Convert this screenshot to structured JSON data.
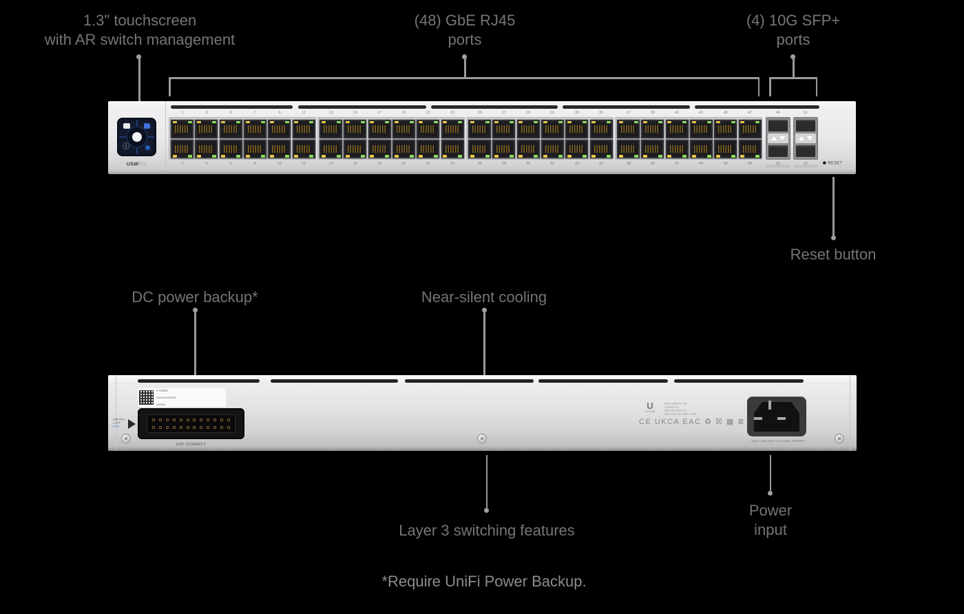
{
  "colors": {
    "background": "#000000",
    "label_text": "#757575",
    "footnote_text": "#8c8c8c",
    "callout_line": "#9a9a9a",
    "led_yellow": "#eec94a",
    "led_green": "#8ce05e",
    "device_body": "#e9e9eb",
    "screen_bg": "#131a2d",
    "accent_blue": "#3f72d8"
  },
  "callouts": {
    "touchscreen": {
      "line1": "1.3\" touchscreen",
      "line2": "with AR switch management"
    },
    "rj45": {
      "line1": "(48) GbE RJ45",
      "line2": "ports"
    },
    "sfp": {
      "line1": "(4) 10G SFP+",
      "line2": "ports"
    },
    "reset": {
      "label": "Reset button"
    },
    "dc_backup": {
      "label": "DC power backup*"
    },
    "cooling": {
      "label": "Near-silent cooling"
    },
    "layer3": {
      "label": "Layer 3 switching features"
    },
    "power": {
      "line1": "Power",
      "line2": "input"
    },
    "footnote": "*Require UniFi Power Backup."
  },
  "front": {
    "model_bold": "USW",
    "model_light": "Pro",
    "reset_label": "RESET",
    "port_numbers_top": [
      1,
      3,
      5,
      7,
      9,
      11,
      13,
      15,
      17,
      19,
      21,
      23,
      25,
      27,
      29,
      31,
      33,
      35,
      37,
      39,
      41,
      43,
      45,
      47
    ],
    "port_numbers_bottom": [
      2,
      4,
      6,
      8,
      10,
      12,
      14,
      16,
      18,
      20,
      22,
      24,
      26,
      28,
      30,
      32,
      34,
      36,
      38,
      40,
      42,
      44,
      46,
      48
    ],
    "sfp_numbers_top": [
      "49",
      "51"
    ],
    "sfp_numbers_bottom": [
      "50",
      "52"
    ]
  },
  "rear": {
    "sticker_lines": [
      "YYWWC",
      "xxxxxxxxxXXX",
      "xxxxxx"
    ],
    "rps_line1": "USP RPS",
    "rps_line2": "▹ OFF",
    "rps_line3": "▸ ON",
    "usp_connect_label": "USP CONNECT",
    "logo": "U",
    "logo_sub": "UI.COM",
    "regulatory_lines": [
      "M/N: USW-Pro-48",
      "Ubiquiti Inc.",
      "685 Third Avenue",
      "New York, NY 10017 USA"
    ],
    "compliance_marks": "CE UKCA EAC ♻ ☒ ▦ ≣",
    "power_input_label": "Input: 100-240V~1.5A Max. 50/60Hz"
  }
}
